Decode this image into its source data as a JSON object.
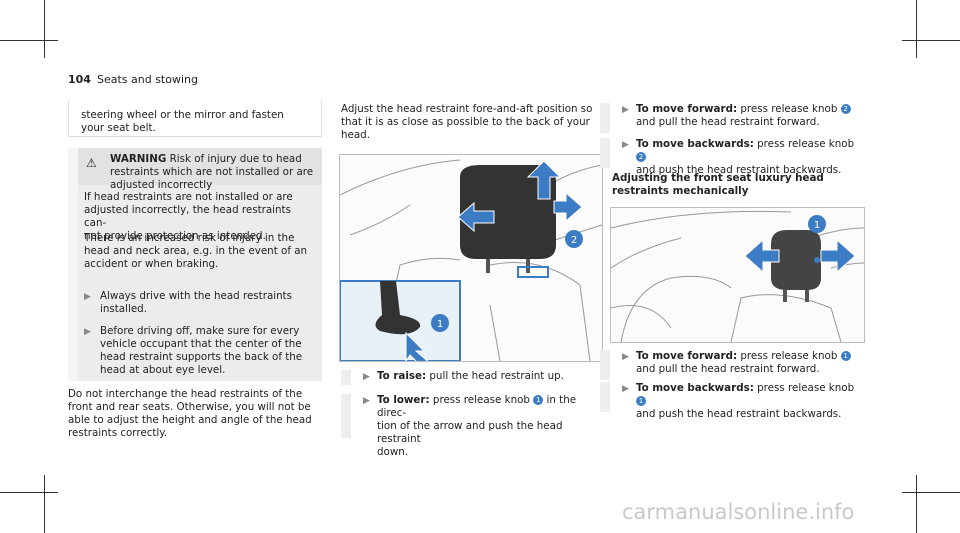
{
  "header": {
    "page_number": "104",
    "section": "Seats and stowing"
  },
  "continuation": {
    "line1": "steering wheel or the mirror and fasten",
    "line2": "your seat belt."
  },
  "warning": {
    "title": "WARNING",
    "title_text_line1": "Risk of injury due to head",
    "title_text_line2": "restraints which are not installed or are",
    "title_text_line3": "adjusted incorrectly",
    "para1_lines": [
      "If head restraints are not installed or are",
      "adjusted incorrectly, the head restraints can-",
      "not provide protection as intended."
    ],
    "para2_lines": [
      "There is an increased risk of injury in the",
      "head and neck area, e.g. in the event of an",
      "accident or when braking."
    ],
    "bullet1_lines": [
      "Always drive with the head restraints",
      "installed."
    ],
    "bullet2_lines": [
      "Before driving off, make sure for every",
      "vehicle occupant that the center of the",
      "head restraint supports the back of the",
      "head at about eye level."
    ]
  },
  "bottom_left_lines": [
    "Do not interchange the head restraints of the",
    "front and rear seats. Otherwise, you will not be",
    "able to adjust the height and angle of the head",
    "restraints correctly."
  ],
  "col2_intro_lines": [
    "Adjust the head restraint fore-and-aft position so",
    "that it is as close as possible to the back of your",
    "head."
  ],
  "col2_steps": {
    "raise_label": "To raise:",
    "raise_text": "pull the head restraint up.",
    "lower_label": "To lower:",
    "lower_text_a": "press release knob",
    "lower_knob": "1",
    "lower_text_b": "in the direc-",
    "lower_line2": "tion of the arrow and push the head restraint",
    "lower_line3": "down."
  },
  "col3": {
    "fwd_label": "To move forward:",
    "fwd_text_a": "press release knob",
    "fwd_knob": "2",
    "fwd_line2": "and pull the head restraint forward.",
    "bwd_label": "To move backwards:",
    "bwd_text_a": "press release knob",
    "bwd_knob": "2",
    "bwd_line2": "and push the head restraint backwards.",
    "section_title_line1": "Adjusting the front seat luxury head",
    "section_title_line2": "restraints mechanically",
    "fwd2_label": "To move forward:",
    "fwd2_text_a": "press release knob",
    "fwd2_knob": "1",
    "fwd2_line2": "and pull the head restraint forward.",
    "bwd2_label": "To move backwards:",
    "bwd2_text_a": "press release knob",
    "bwd2_knob": "1",
    "bwd2_line2": "and push the head restraint backwards."
  },
  "figures": {
    "fig1_callout_a": "2",
    "fig1_callout_b": "1",
    "fig2_callout": "1"
  },
  "colors": {
    "accent": "#3b7cc4",
    "warning_bg": "#ececec"
  },
  "watermark": "carmanualsonline.info"
}
